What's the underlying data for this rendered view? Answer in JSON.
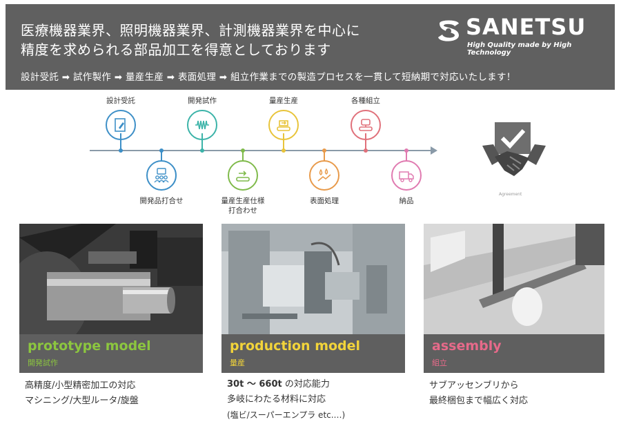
{
  "banner": {
    "headline_line1": "医療機器業界、照明機器業界、計測機器業界を中心に",
    "headline_line2": "精度を求められる部品加工を得意としております",
    "process_line": "設計受託 ➡ 試作製作 ➡ 量産生産 ➡ 表面処理 ➡ 組立作業までの製造プロセスを一貫して短納期で対応いたします！",
    "logo_name": "SANETSU",
    "logo_tagline": "High Quality made by High Technology"
  },
  "timeline": {
    "top_steps": [
      {
        "label": "設計受託",
        "icon": "design-pen-icon",
        "color": "#3d8fc7"
      },
      {
        "label": "開発試作",
        "icon": "waveform-icon",
        "color": "#3bb3a8"
      },
      {
        "label": "量産生産",
        "icon": "conveyor-icon",
        "color": "#e8c43a"
      },
      {
        "label": "各種組立",
        "icon": "robot-arm-icon",
        "color": "#e0707a"
      }
    ],
    "bottom_steps": [
      {
        "label": "開発品打合せ",
        "icon": "meeting-icon",
        "color": "#3d8fc7"
      },
      {
        "label_line1": "量産生産仕様",
        "label_line2": "打合わせ",
        "icon": "production-meeting-icon",
        "color": "#7fba4a"
      },
      {
        "label": "表面処理",
        "icon": "surface-treatment-icon",
        "color": "#e89a4a"
      },
      {
        "label": "納品",
        "icon": "delivery-truck-icon",
        "color": "#e07ab0"
      }
    ],
    "agreement_caption": "Agreement",
    "agreement_icon": "handshake-check-icon"
  },
  "cards": [
    {
      "title_en": "prototype model",
      "title_jp": "開発試作",
      "title_color": "#8cc63f",
      "desc_line1": "高精度/小型精密加工の対応",
      "desc_line2": "マシニング/大型ルータ/旋盤"
    },
    {
      "title_en": "production model",
      "title_jp": "量産",
      "title_color": "#f2d43a",
      "desc_line1_bold": "30t ～ 660t",
      "desc_line1_rest": " の対応能力",
      "desc_line2": "多岐にわたる材料に対応",
      "desc_line3": "(塩ビ/スーパーエンプラ etc.…)"
    },
    {
      "title_en": "assembly",
      "title_jp": "組立",
      "title_color": "#e76a8a",
      "desc_line1": "サブアッセンブリから",
      "desc_line2": "最終梱包まで幅広く対応"
    }
  ]
}
